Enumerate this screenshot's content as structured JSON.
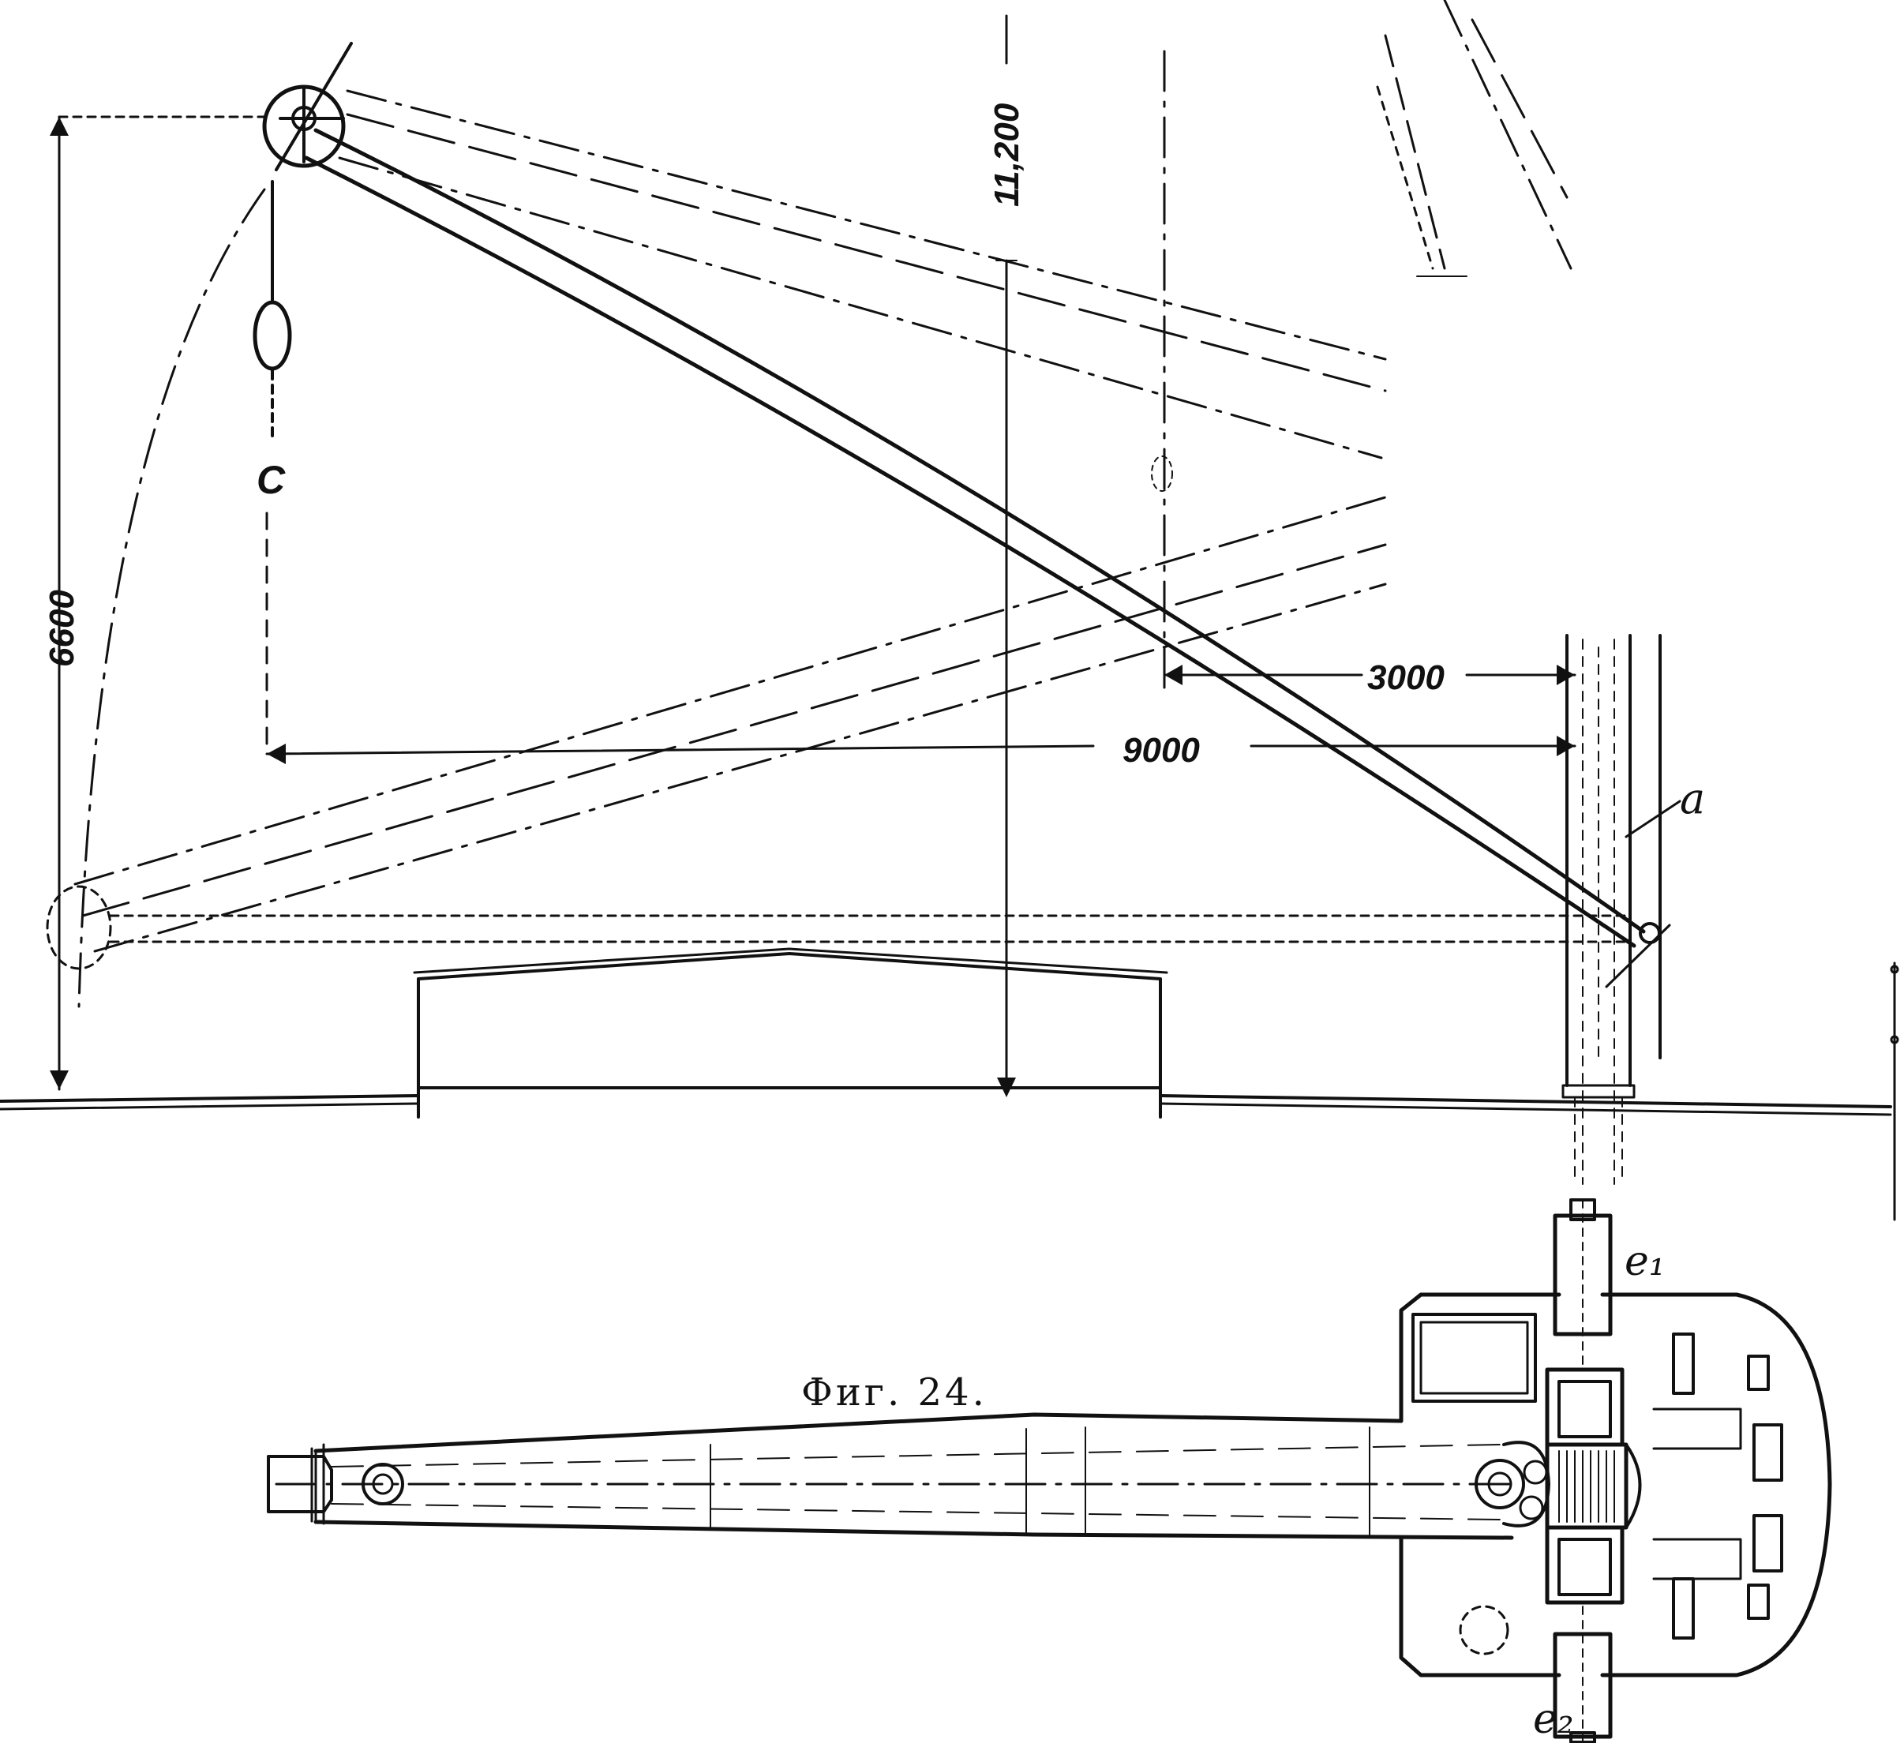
{
  "figure": {
    "caption": "Фиг. 24."
  },
  "dimensions": {
    "height_left": "6600",
    "height_mast": "11,200",
    "reach_total": "9000",
    "reach_offset": "3000"
  },
  "labels": {
    "hook": "C",
    "mast": "a",
    "motor_top": "e₁",
    "motor_bottom": "e₂"
  }
}
